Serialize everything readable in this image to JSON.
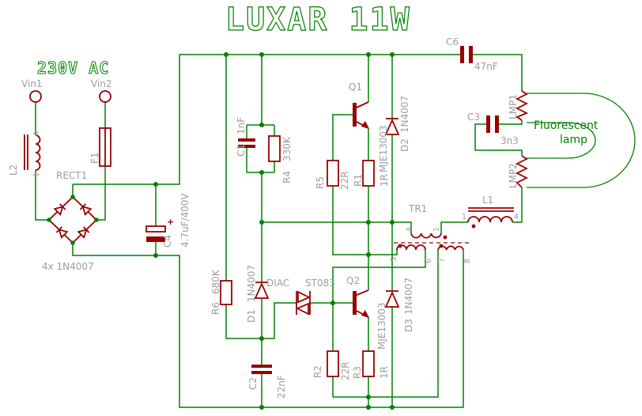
{
  "title": "LUXAR 11W",
  "colors": {
    "wire": "#008000",
    "component": "#990000",
    "label_gray": "#9e9e9e",
    "green_text": "#008000",
    "background": "#ffffff"
  },
  "input": {
    "voltage": "230V AC",
    "vin1": "Vin1",
    "vin2": "Vin2"
  },
  "lamp": {
    "name_line1": "Fluorescent",
    "name_line2": "lamp"
  },
  "parts": {
    "l2": {
      "ref": "L2",
      "pin_top": "4",
      "pin_bottom": "1"
    },
    "f1": {
      "ref": "F1"
    },
    "rect1": {
      "ref": "RECT1",
      "note": "4x 1N4007"
    },
    "c4": {
      "ref": "C4",
      "value": "4.7uF/400V",
      "polarity": "+"
    },
    "c1": {
      "ref": "C1",
      "value": "1nF"
    },
    "r4": {
      "ref": "R4",
      "value": "330K"
    },
    "q1": {
      "ref": "Q1",
      "value": "MJE13003"
    },
    "r5": {
      "ref": "R5",
      "value": "22R"
    },
    "r1": {
      "ref": "R1",
      "value": "1R"
    },
    "d2": {
      "ref": "D2",
      "value": "1N4007"
    },
    "c6": {
      "ref": "C6",
      "value": "47nF"
    },
    "c3": {
      "ref": "C3",
      "value": "3n3"
    },
    "lmp1": {
      "ref": "LMP1"
    },
    "lmp2": {
      "ref": "LMP2"
    },
    "l1": {
      "ref": "L1",
      "pin_left": "1",
      "pin_right": "4"
    },
    "tr1": {
      "ref": "TR1",
      "pin4": "4",
      "pin1": "1",
      "pin5": "5",
      "pin6": "6",
      "pin7": "7",
      "pin8": "8"
    },
    "r6": {
      "ref": "R6",
      "value": "680K"
    },
    "d1": {
      "ref": "D1",
      "value": "1N4007"
    },
    "diac": {
      "ref": "DIAC",
      "value": "ST083"
    },
    "q2": {
      "ref": "Q2",
      "value": "MJE13003"
    },
    "r2": {
      "ref": "R2",
      "value": "22R"
    },
    "r3": {
      "ref": "R3",
      "value": "1R"
    },
    "d3": {
      "ref": "D3",
      "value": "1N4007"
    },
    "c2": {
      "ref": "C2",
      "value": "22nF"
    }
  }
}
